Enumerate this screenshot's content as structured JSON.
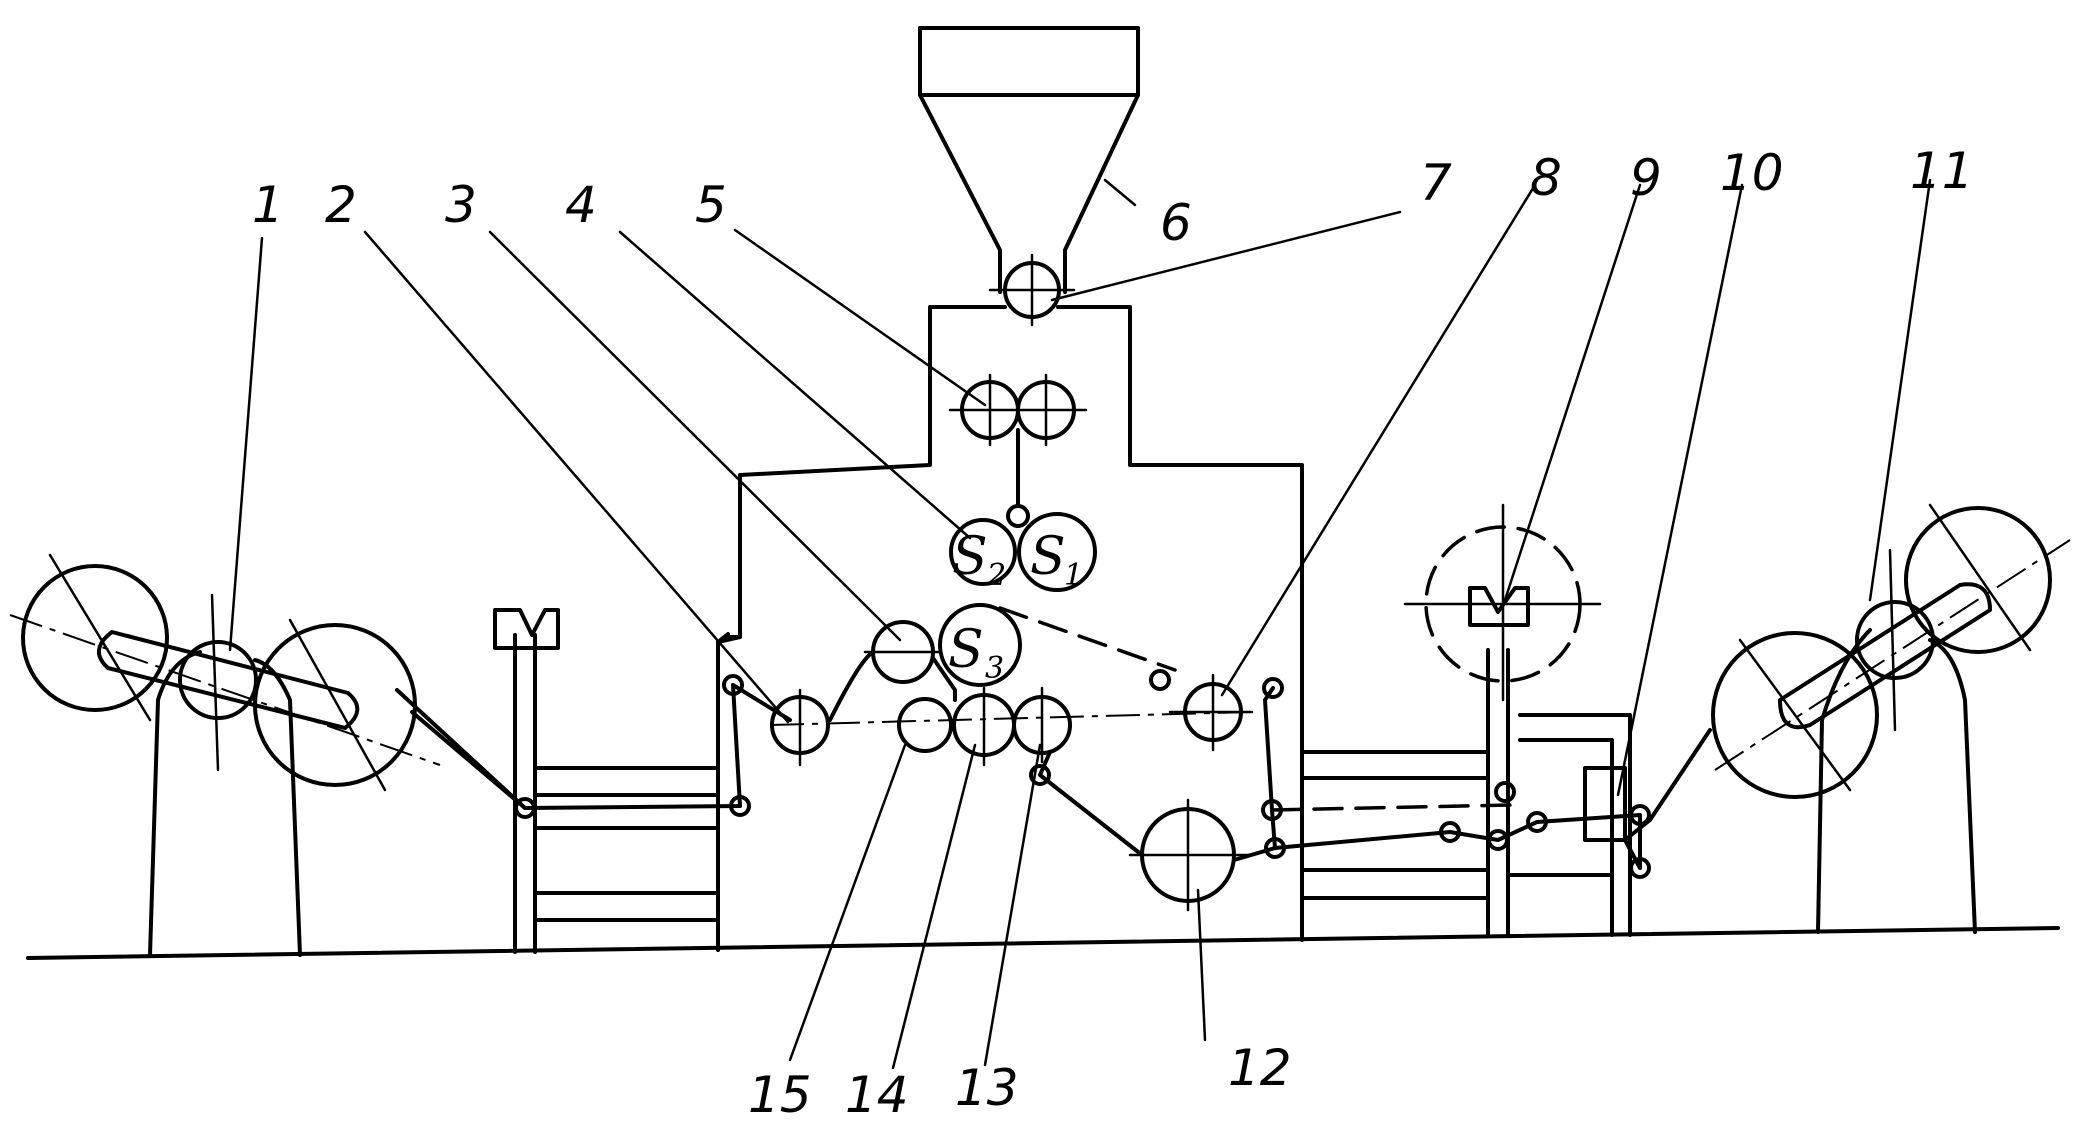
{
  "labels": {
    "l1": "1",
    "l2": "2",
    "l3": "3",
    "l4": "4",
    "l5": "5",
    "l6": "6",
    "l7": "7",
    "l8": "8",
    "l9": "9",
    "l10": "10",
    "l11": "11",
    "l12": "12",
    "l13": "13",
    "l14": "14",
    "l15": "15"
  },
  "rolls": {
    "s1": {
      "letter": "S",
      "sub": "1"
    },
    "s2": {
      "letter": "S",
      "sub": "2"
    },
    "s3": {
      "letter": "S",
      "sub": "3"
    }
  }
}
